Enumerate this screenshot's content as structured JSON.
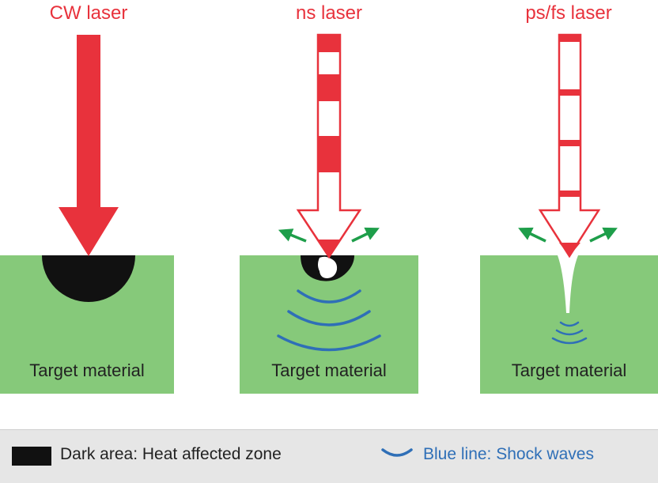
{
  "panels": [
    {
      "id": "cw",
      "title": "CW laser",
      "material_label": "Target material"
    },
    {
      "id": "ns",
      "title": "ns laser",
      "material_label": "Target material"
    },
    {
      "id": "psfs",
      "title": "ps/fs laser",
      "material_label": "Target material"
    }
  ],
  "legend": {
    "heat_zone": "Dark area: Heat affected zone",
    "shock_waves": "Blue line: Shock waves"
  },
  "colors": {
    "laser_red": "#e8323c",
    "material_green": "#86c97a",
    "heat_zone": "#111111",
    "shock_wave_blue": "#2f6fb7",
    "ejecta_green": "#1e9e4a",
    "legend_bg": "#e6e6e6"
  }
}
